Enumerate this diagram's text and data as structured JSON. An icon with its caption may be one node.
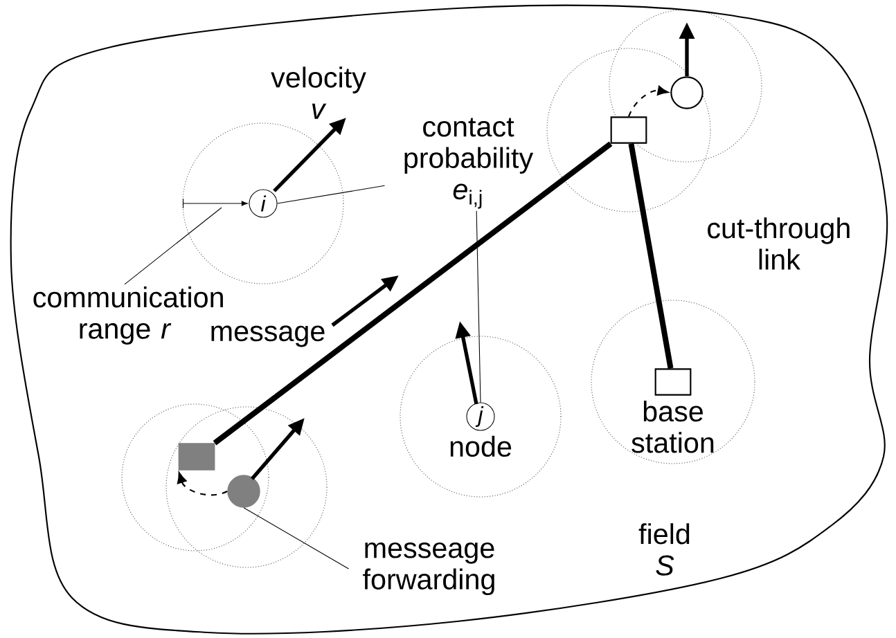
{
  "diagram": {
    "nodes": [
      {
        "text": [
          "field *S*"
        ]
      },
      {
        "text": [
          "i"
        ],
        "in": 0
      },
      {
        "text": [
          "j"
        ],
        "in": 0,
        "beside": [
          "node"
        ]
      },
      {
        "text": [],
        "shape": "box",
        "in": 0
      },
      {
        "text": [],
        "shape": "circle",
        "in": 0
      },
      {
        "text": [],
        "shape": "box",
        "in": 0,
        "beside": [
          "base station"
        ]
      },
      {
        "text": [],
        "shape": "box",
        "in": 0
      },
      {
        "text": [],
        "shape": "circle",
        "in": 0
      },
      {
        "text": [
          "contact probability *e*$_{i,j}$"
        ],
        "in": 0
      },
      {
        "text": [
          "communication range *r*"
        ],
        "in": 0
      },
      {
        "text": [
          "messeage forwarding"
        ],
        "in": 0
      }
    ],
    "edges": [
      {
        "from": 6,
        "to": 3,
        "arrow": "none",
        "style": "thick"
      },
      {
        "from": 3,
        "to": 5,
        "arrow": "none",
        "style": "thick",
        "label": "cut-through link"
      },
      {
        "from": 3,
        "to": 4,
        "arrow": "to",
        "style": "dashed"
      },
      {
        "from": 7,
        "to": 6,
        "arrow": "to",
        "style": "dashed"
      },
      {
        "from": 8,
        "to": 1,
        "arrow": "none"
      },
      {
        "from": 8,
        "to": 2,
        "arrow": "none"
      },
      {
        "from": 9,
        "to": null,
        "arrow": "none"
      },
      {
        "from": 10,
        "to": 7,
        "arrow": "none"
      }
    ],
    "labels": [
      "velocity *v*",
      "message"
    ]
  }
}
